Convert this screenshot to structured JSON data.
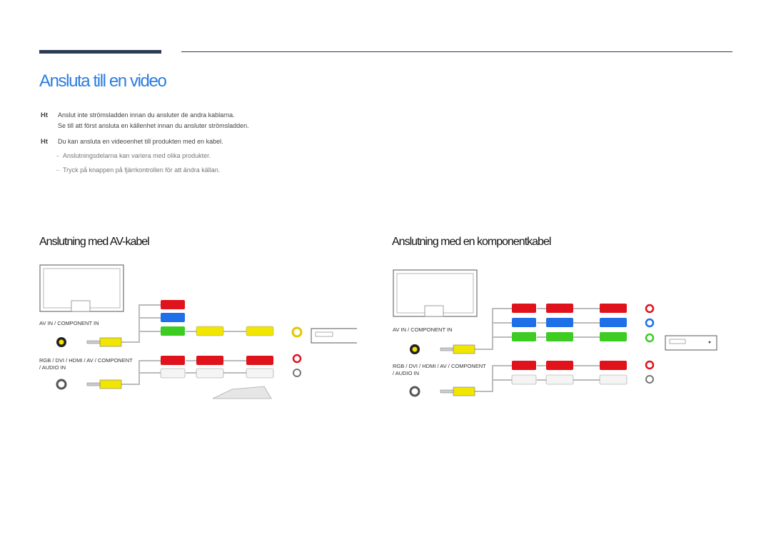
{
  "title": "Ansluta till en video",
  "notes": [
    {
      "mark": "Ht",
      "lines": [
        "Anslut inte strömsladden innan du ansluter de andra kablarna.",
        "Se till att först ansluta en källenhet innan du ansluter strömsladden."
      ]
    },
    {
      "mark": "Ht",
      "lines": [
        "Du kan ansluta en videoenhet till produkten med en kabel."
      ]
    }
  ],
  "subnotes": [
    {
      "mark": "–",
      "text": "Anslutningsdelarna kan variera med olika produkter."
    },
    {
      "mark": "–",
      "text": "Tryck på knappen    på fjärrkontrollen för att ändra källan."
    }
  ],
  "sections": {
    "av": {
      "title": "Anslutning med AV-kabel",
      "port_av": "AV IN / COMPONENT IN",
      "port_audio_line1": "RGB / DVI / HDMI / AV / COMPONENT",
      "port_audio_line2": "/ AUDIO IN"
    },
    "component": {
      "title": "Anslutning med en komponentkabel",
      "port_av": "AV IN / COMPONENT IN",
      "port_audio_line1": "RGB / DVI / HDMI / AV / COMPONENT",
      "port_audio_line2": "/ AUDIO IN"
    }
  },
  "colors": {
    "accent": "#2a7de1",
    "bar": "#2b3a55",
    "red": "#e0121c",
    "blue": "#1e6fe8",
    "green": "#3ccc22",
    "yellow": "#f2e600",
    "white": "#f4f4f4"
  }
}
